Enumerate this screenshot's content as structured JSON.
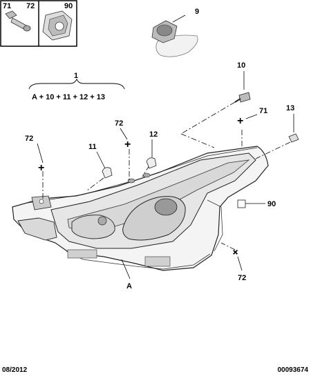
{
  "parts_box": {
    "labels": [
      "71",
      "72",
      "90"
    ]
  },
  "callouts": {
    "bulb_holder": "9",
    "assembly": "1",
    "assembly_formula": "A + 10 + 11 + 12 + 13",
    "screw_top": "10",
    "fastener_right": "71",
    "bulb_right": "13",
    "fastener_left": "72",
    "bulb_11": "11",
    "fastener_mid": "72",
    "bulb_12": "12",
    "clip_90": "90",
    "fastener_bottom": "72",
    "headlamp_body": "A"
  },
  "footer": {
    "date": "08/2012",
    "ref": "00093674"
  }
}
